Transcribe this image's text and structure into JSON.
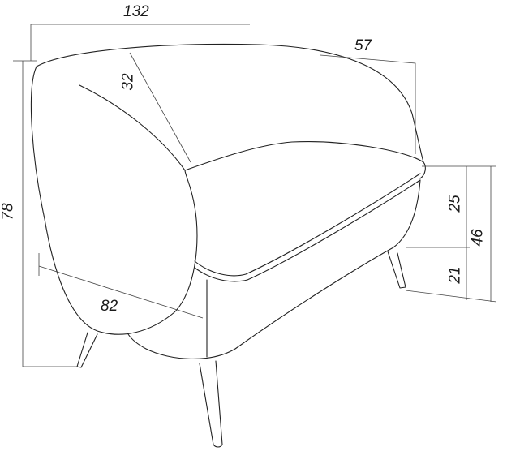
{
  "dimensions": {
    "width": "132",
    "depth": "57",
    "armrest_width": "32",
    "height": "78",
    "seat_cushion": "25",
    "seat_height": "46",
    "leg_height": "21",
    "diagonal_depth": "82"
  }
}
